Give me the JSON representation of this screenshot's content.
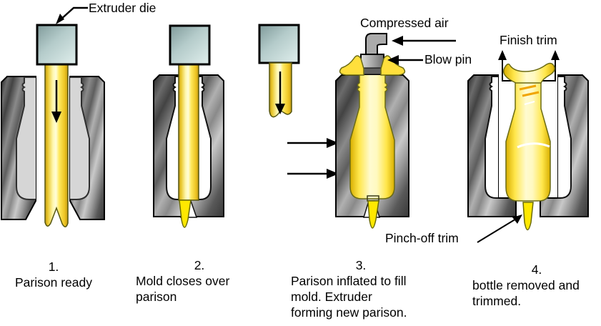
{
  "figure": {
    "labels": {
      "extruder_die": "Extruder die",
      "compressed_air": "Compressed air",
      "blow_pin": "Blow pin",
      "finish_trim": "Finish trim",
      "pinch_off_trim": "Pinch-off trim"
    },
    "steps": [
      {
        "number": "1.",
        "caption": "Parison ready"
      },
      {
        "number": "2.",
        "caption": "Mold closes over\nparison"
      },
      {
        "number": "3.",
        "caption": "Parison inflated to fill\nmold. Extruder\nforming new parison."
      },
      {
        "number": "4.",
        "caption": "bottle removed and\ntrimmed."
      }
    ],
    "colors": {
      "parison_yellow": "#FFE14A",
      "parison_gold": "#C9A227",
      "die_teal": "#A8C0BF",
      "mold_gray": "#6E6E6E",
      "cavity_gray": "#D6D6D6",
      "tail_yellow": "#FFE800",
      "thread_orange": "#F0A500",
      "outline_black": "#000000"
    }
  }
}
